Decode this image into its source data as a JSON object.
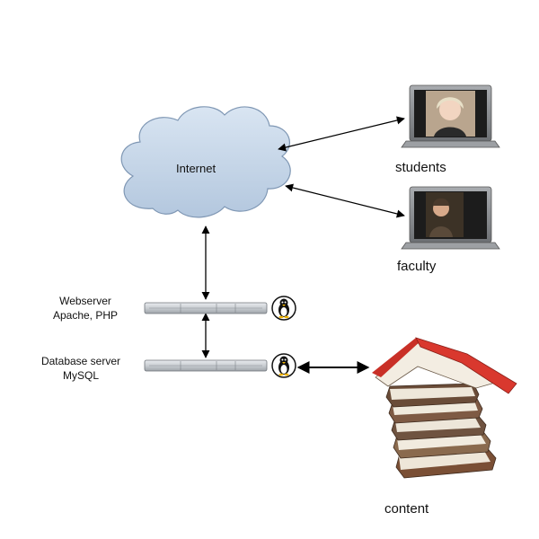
{
  "nodes": {
    "internet": {
      "label": "Internet",
      "icon": "cloud-icon"
    },
    "students": {
      "label": "students",
      "icon": "laptop-icon"
    },
    "faculty": {
      "label": "faculty",
      "icon": "laptop-icon"
    },
    "webserver": {
      "label_line1": "Webserver",
      "label_line2": "Apache, PHP",
      "icon": "rack-server-icon",
      "os_icon": "linux-penguin-icon"
    },
    "database": {
      "label_line1": "Database server",
      "label_line2": "MySQL",
      "icon": "rack-server-icon",
      "os_icon": "linux-penguin-icon"
    },
    "content": {
      "label": "content",
      "icon": "book-stack-icon"
    }
  },
  "colors": {
    "cloud_fill": "#c5d6ea",
    "cloud_stroke": "#7f97b4",
    "server_body": "#cfd3d8",
    "laptop_body": "#8a8d91",
    "screen_students": "#b9a58e",
    "screen_faculty": "#3c3226",
    "book_roof": "#d9382e"
  }
}
